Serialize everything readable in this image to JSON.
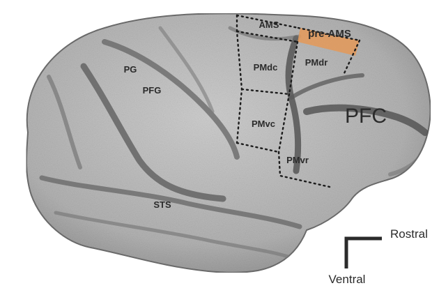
{
  "figure": {
    "regions": {
      "ams": "AMS",
      "pre_ams": "pre-AMS",
      "pmdc": "PMdc",
      "pmdr": "PMdr",
      "pmvc": "PMvc",
      "pmvr": "PMvr",
      "pg": "PG",
      "pfg": "PFG",
      "sts": "STS",
      "pfc": "PFC"
    },
    "orientation": {
      "rostral": "Rostral",
      "ventral": "Ventral"
    }
  },
  "colors": {
    "background": "#ffffff",
    "brain_fill": "#b9b9b9",
    "sulcus_shade": "#5f5f5f",
    "highlight": "#e19a5d",
    "text": "#2b2b2b",
    "boundary": "#1c1c1c"
  }
}
